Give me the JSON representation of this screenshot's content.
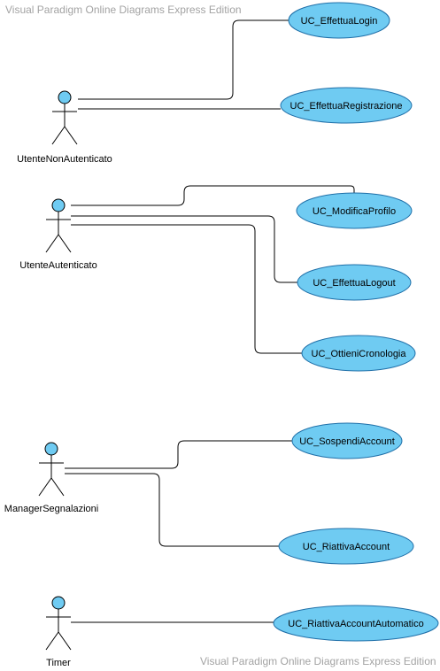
{
  "watermark": {
    "top": "Visual Paradigm Online Diagrams Express Edition",
    "bottom": "Visual Paradigm Online Diagrams Express Edition"
  },
  "colors": {
    "usecase_fill": "#6fcbf2",
    "usecase_stroke": "#1f6fa8",
    "actor_head_fill": "#6fcbf2",
    "line": "#000000",
    "watermark": "#a3a3a3"
  },
  "actors": [
    {
      "id": "utente-non-autenticato",
      "name": "UtenteNonAutenticato"
    },
    {
      "id": "utente-autenticato",
      "name": "UtenteAutenticato"
    },
    {
      "id": "manager-segnalazioni",
      "name": "ManagerSegnalazioni"
    },
    {
      "id": "timer",
      "name": "Timer"
    }
  ],
  "use_cases": [
    {
      "id": "uc-effettua-login",
      "name": "UC_EffettuaLogin"
    },
    {
      "id": "uc-effettua-registrazione",
      "name": "UC_EffettuaRegistrazione"
    },
    {
      "id": "uc-modifica-profilo",
      "name": "UC_ModificaProfilo"
    },
    {
      "id": "uc-effettua-logout",
      "name": "UC_EffettuaLogout"
    },
    {
      "id": "uc-ottieni-cronologia",
      "name": "UC_OttieniCronologia"
    },
    {
      "id": "uc-sospendi-account",
      "name": "UC_SospendiAccount"
    },
    {
      "id": "uc-riattiva-account",
      "name": "UC_RiattivaAccount"
    },
    {
      "id": "uc-riattiva-account-automatico",
      "name": "UC_RiattivaAccountAutomatico"
    }
  ],
  "associations": [
    {
      "actor": "utente-non-autenticato",
      "use_case": "uc-effettua-login"
    },
    {
      "actor": "utente-non-autenticato",
      "use_case": "uc-effettua-registrazione"
    },
    {
      "actor": "utente-autenticato",
      "use_case": "uc-modifica-profilo"
    },
    {
      "actor": "utente-autenticato",
      "use_case": "uc-effettua-logout"
    },
    {
      "actor": "utente-autenticato",
      "use_case": "uc-ottieni-cronologia"
    },
    {
      "actor": "manager-segnalazioni",
      "use_case": "uc-sospendi-account"
    },
    {
      "actor": "manager-segnalazioni",
      "use_case": "uc-riattiva-account"
    },
    {
      "actor": "timer",
      "use_case": "uc-riattiva-account-automatico"
    }
  ]
}
